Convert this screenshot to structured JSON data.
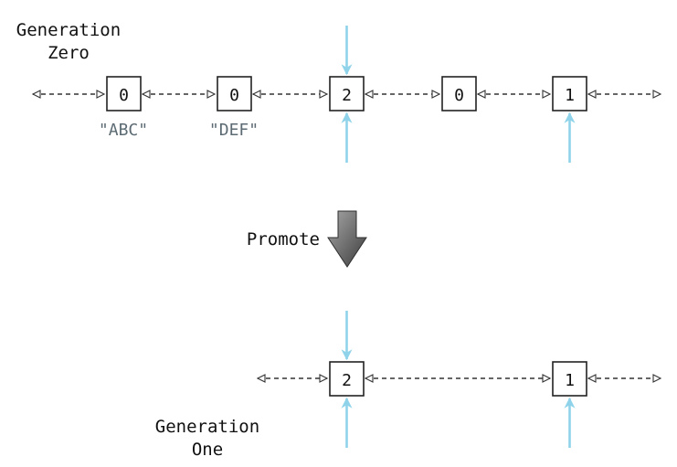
{
  "generation_zero": {
    "label_line1": "Generation",
    "label_line2": "Zero",
    "nodes": [
      {
        "id": "g0-n1",
        "count": "0",
        "value": "\"ABC\"",
        "referenced": false
      },
      {
        "id": "g0-n2",
        "count": "0",
        "value": "\"DEF\"",
        "referenced": false
      },
      {
        "id": "g0-n3",
        "count": "2",
        "value": "",
        "referenced": true,
        "ref_from_top": true,
        "ref_from_bottom": true
      },
      {
        "id": "g0-n4",
        "count": "0",
        "value": "",
        "referenced": false
      },
      {
        "id": "g0-n5",
        "count": "1",
        "value": "",
        "referenced": true,
        "ref_from_top": false,
        "ref_from_bottom": true
      }
    ]
  },
  "promote": {
    "label": "Promote"
  },
  "generation_one": {
    "label_line1": "Generation",
    "label_line2": "One",
    "nodes": [
      {
        "id": "g1-n1",
        "count": "2",
        "value": "",
        "referenced": true,
        "ref_from_top": true,
        "ref_from_bottom": true
      },
      {
        "id": "g1-n2",
        "count": "1",
        "value": "",
        "referenced": true,
        "ref_from_top": false,
        "ref_from_bottom": true
      }
    ]
  },
  "colors": {
    "reference_arrow": "#8fd3ea",
    "link_line": "#333333",
    "node_border": "#222222",
    "text": "#111111",
    "value_text": "#5c6b73",
    "promote_arrow_light": "#9a9a9a",
    "promote_arrow_dark": "#3c3c3c"
  }
}
